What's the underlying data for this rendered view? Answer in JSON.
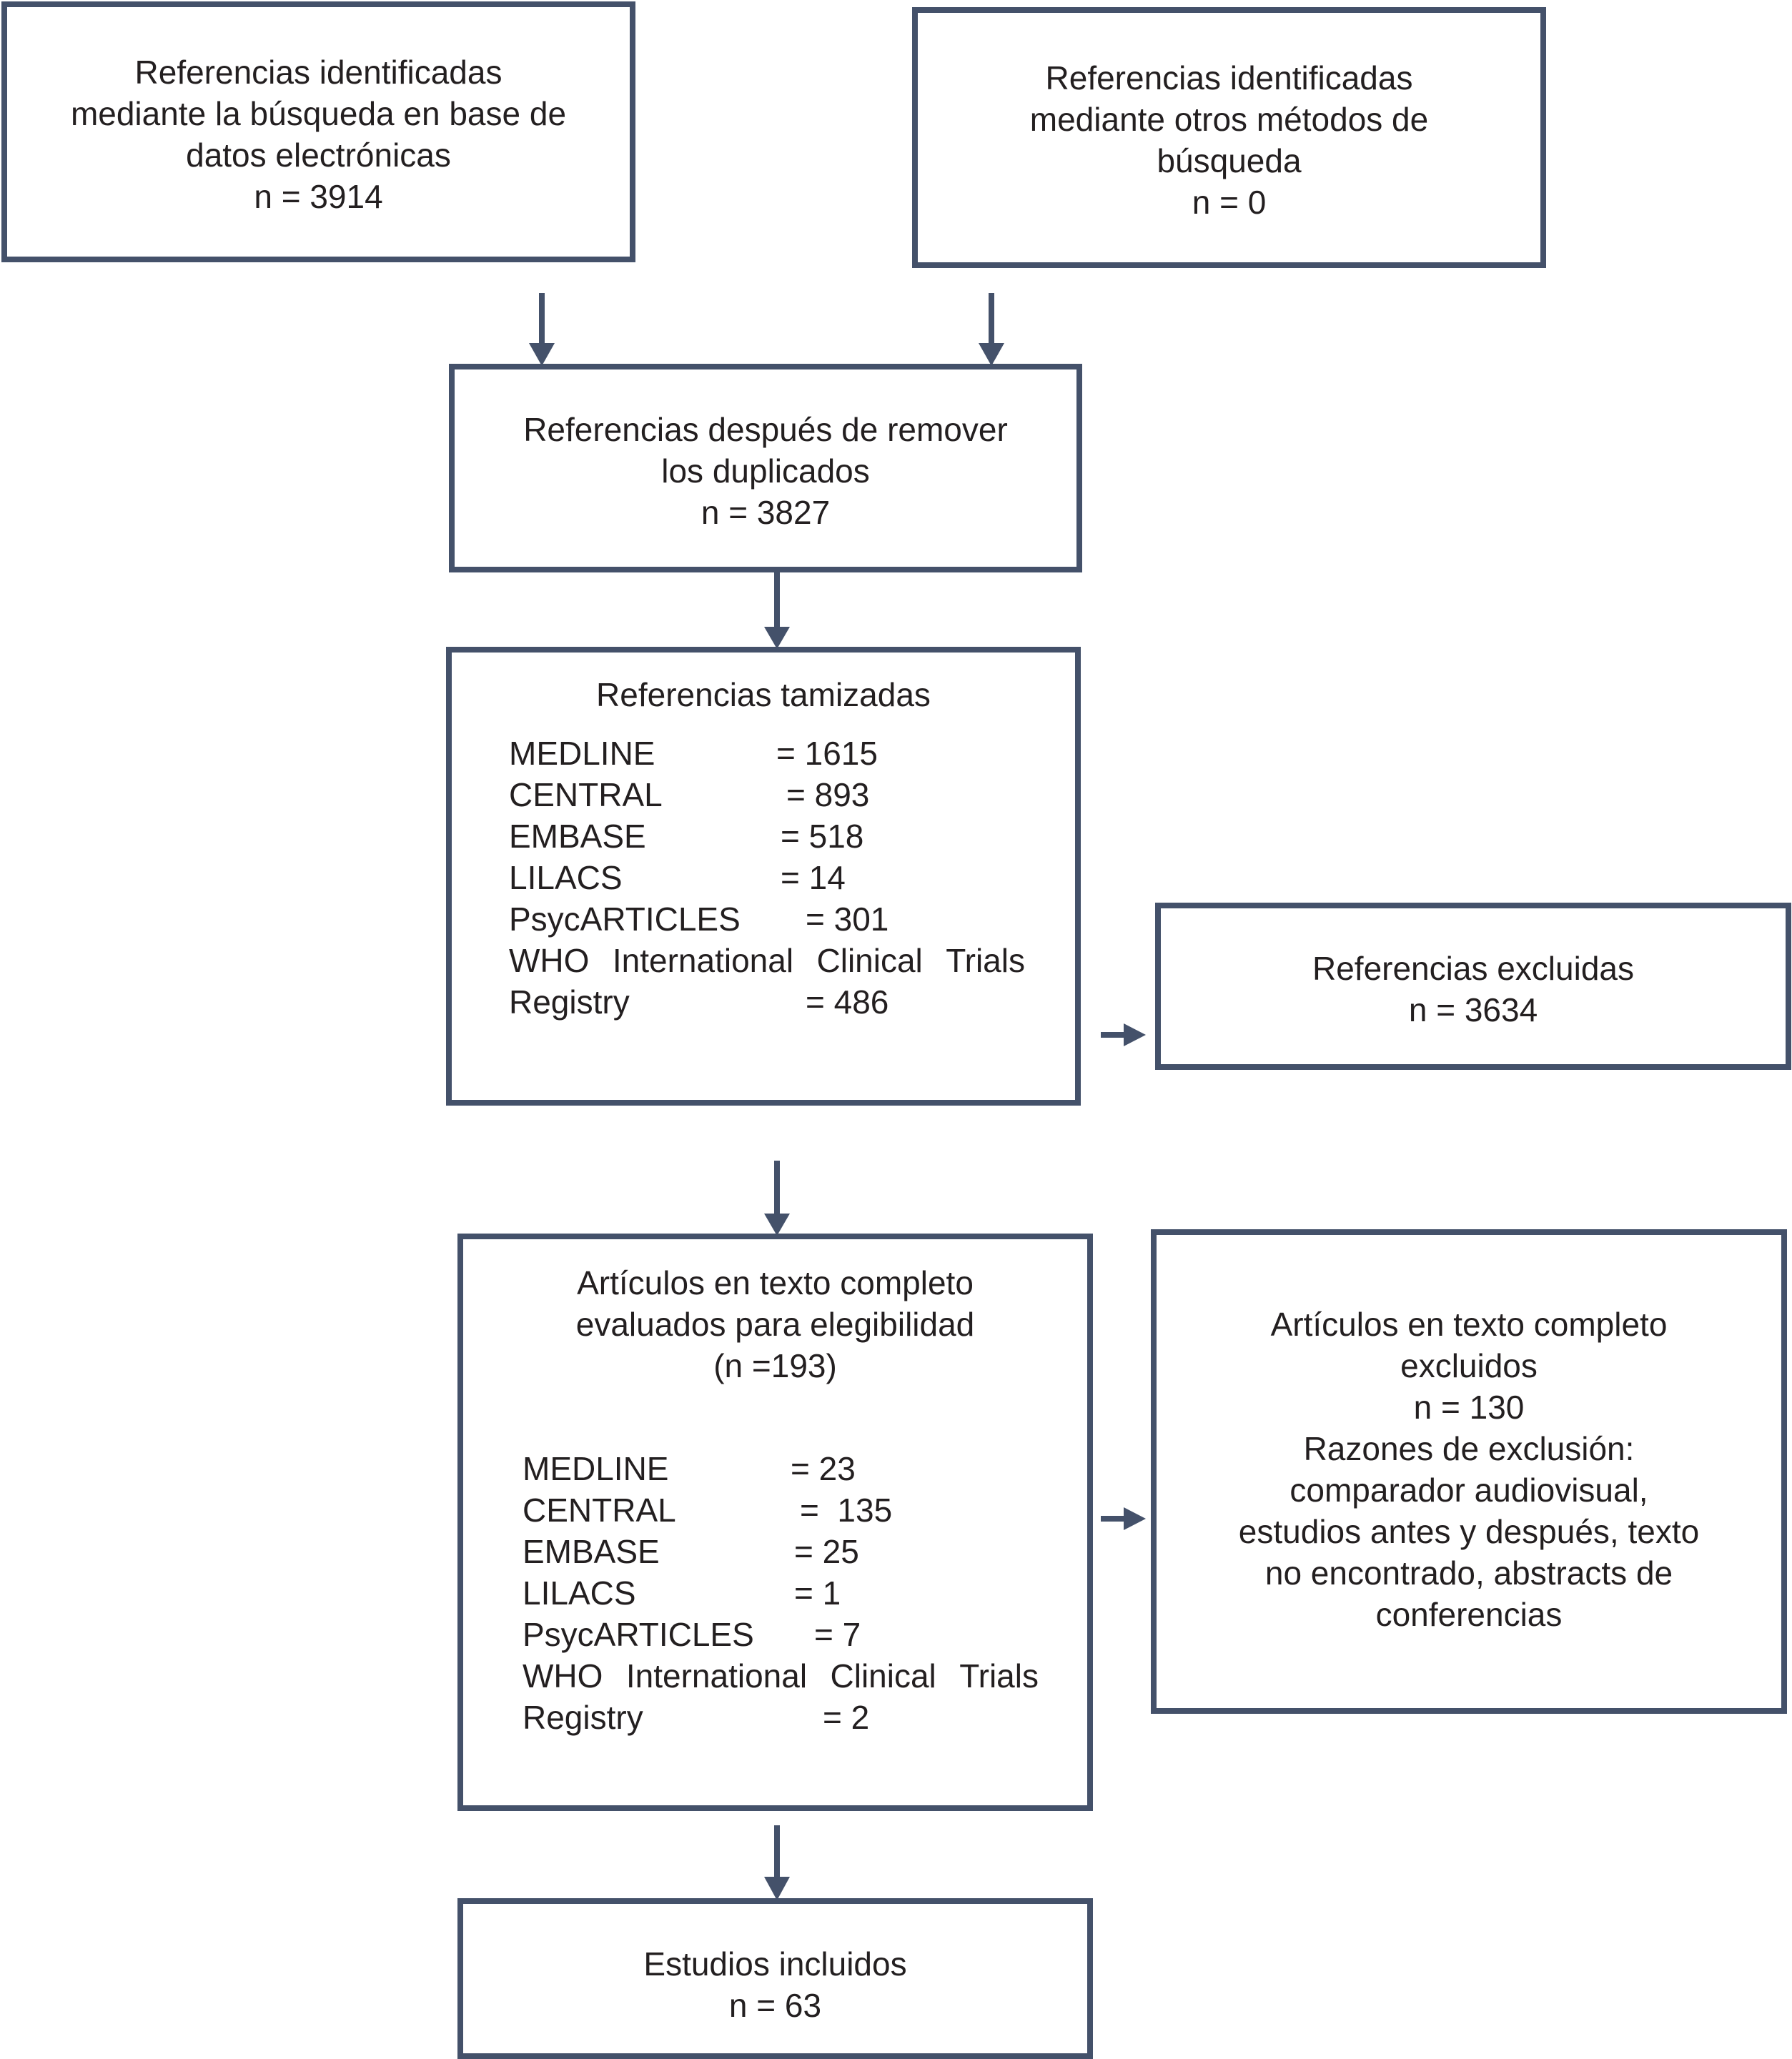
{
  "colors": {
    "stroke": "#44516a",
    "text": "#231f20"
  },
  "boxes": {
    "identified_db": {
      "lines": [
        "Referencias identificadas",
        "mediante la búsqueda en base de",
        "datos electrónicas",
        "n = 3914"
      ]
    },
    "identified_other": {
      "lines": [
        "Referencias identificadas",
        "mediante otros métodos de",
        "búsqueda",
        "n = 0"
      ]
    },
    "after_duplicates": {
      "lines": [
        "Referencias después de remover",
        "los duplicados",
        "n = 3827"
      ]
    },
    "screened": {
      "title": "Referencias tamizadas",
      "sources": [
        {
          "name": "MEDLINE",
          "value": "= 1615"
        },
        {
          "name": "CENTRAL",
          "value": "= 893"
        },
        {
          "name": "EMBASE",
          "value": "= 518"
        },
        {
          "name": "LILACS",
          "value": "= 14"
        },
        {
          "name": "PsycARTICLES",
          "value": "= 301"
        }
      ],
      "who_line": [
        "WHO",
        "International",
        "Clinical",
        "Trials"
      ],
      "registry": {
        "name": "Registry",
        "value": "= 486"
      }
    },
    "excluded": {
      "lines": [
        "Referencias excluidas",
        "n = 3634"
      ]
    },
    "fulltext": {
      "title_lines": [
        "Artículos en texto completo",
        "evaluados para elegibilidad",
        "(n =193)"
      ],
      "sources": [
        {
          "name": "MEDLINE",
          "value": "= 23"
        },
        {
          "name": "CENTRAL",
          "value": "=  135"
        },
        {
          "name": "EMBASE",
          "value": "= 25"
        },
        {
          "name": "LILACS",
          "value": "= 1"
        },
        {
          "name": "PsycARTICLES",
          "value": "= 7"
        }
      ],
      "who_line": [
        "WHO",
        "International",
        "Clinical",
        "Trials"
      ],
      "registry": {
        "name": "Registry",
        "value": "= 2"
      }
    },
    "fulltext_excluded": {
      "lines": [
        "Artículos en texto completo",
        "excluidos",
        "n = 130",
        "Razones de exclusión:",
        "comparador audiovisual,",
        "estudios antes y después, texto",
        "no encontrado, abstracts de",
        "conferencias"
      ]
    },
    "included": {
      "lines": [
        "Estudios incluidos",
        "n = 63"
      ]
    }
  }
}
